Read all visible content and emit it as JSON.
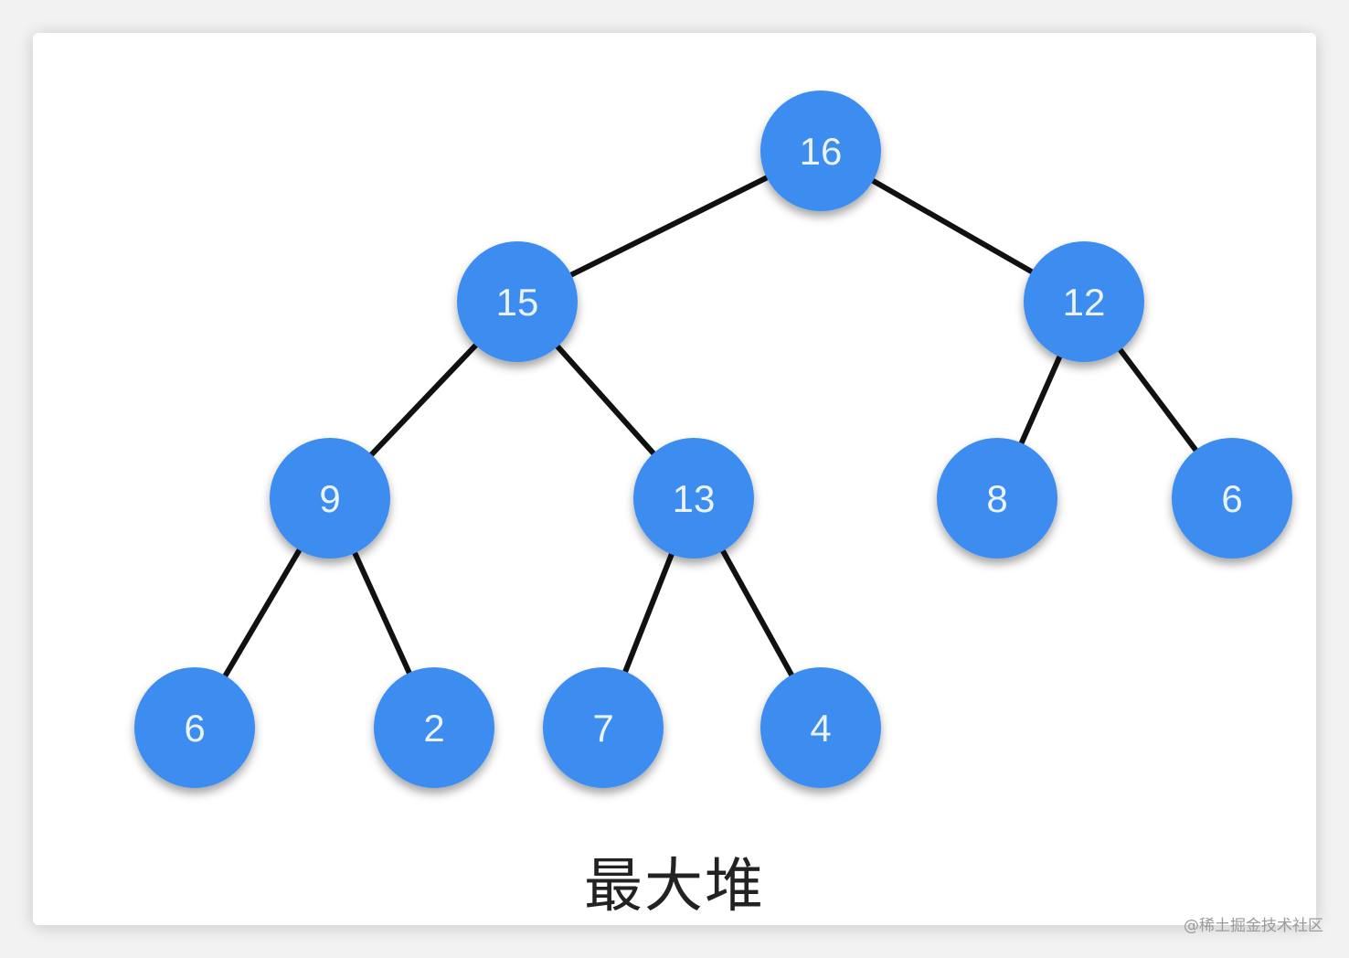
{
  "title": "最大堆",
  "watermark": "@稀土掘金技术社区",
  "colors": {
    "node_fill": "#3d8cf0",
    "node_text": "#eaf3ff",
    "edge": "#111111"
  },
  "tree": {
    "nodes": [
      16,
      15,
      12,
      9,
      13,
      8,
      6,
      6,
      2,
      7,
      4
    ],
    "edges": [
      [
        0,
        1
      ],
      [
        0,
        2
      ],
      [
        1,
        3
      ],
      [
        1,
        4
      ],
      [
        2,
        5
      ],
      [
        2,
        6
      ],
      [
        3,
        7
      ],
      [
        3,
        8
      ],
      [
        4,
        9
      ],
      [
        4,
        10
      ]
    ]
  }
}
